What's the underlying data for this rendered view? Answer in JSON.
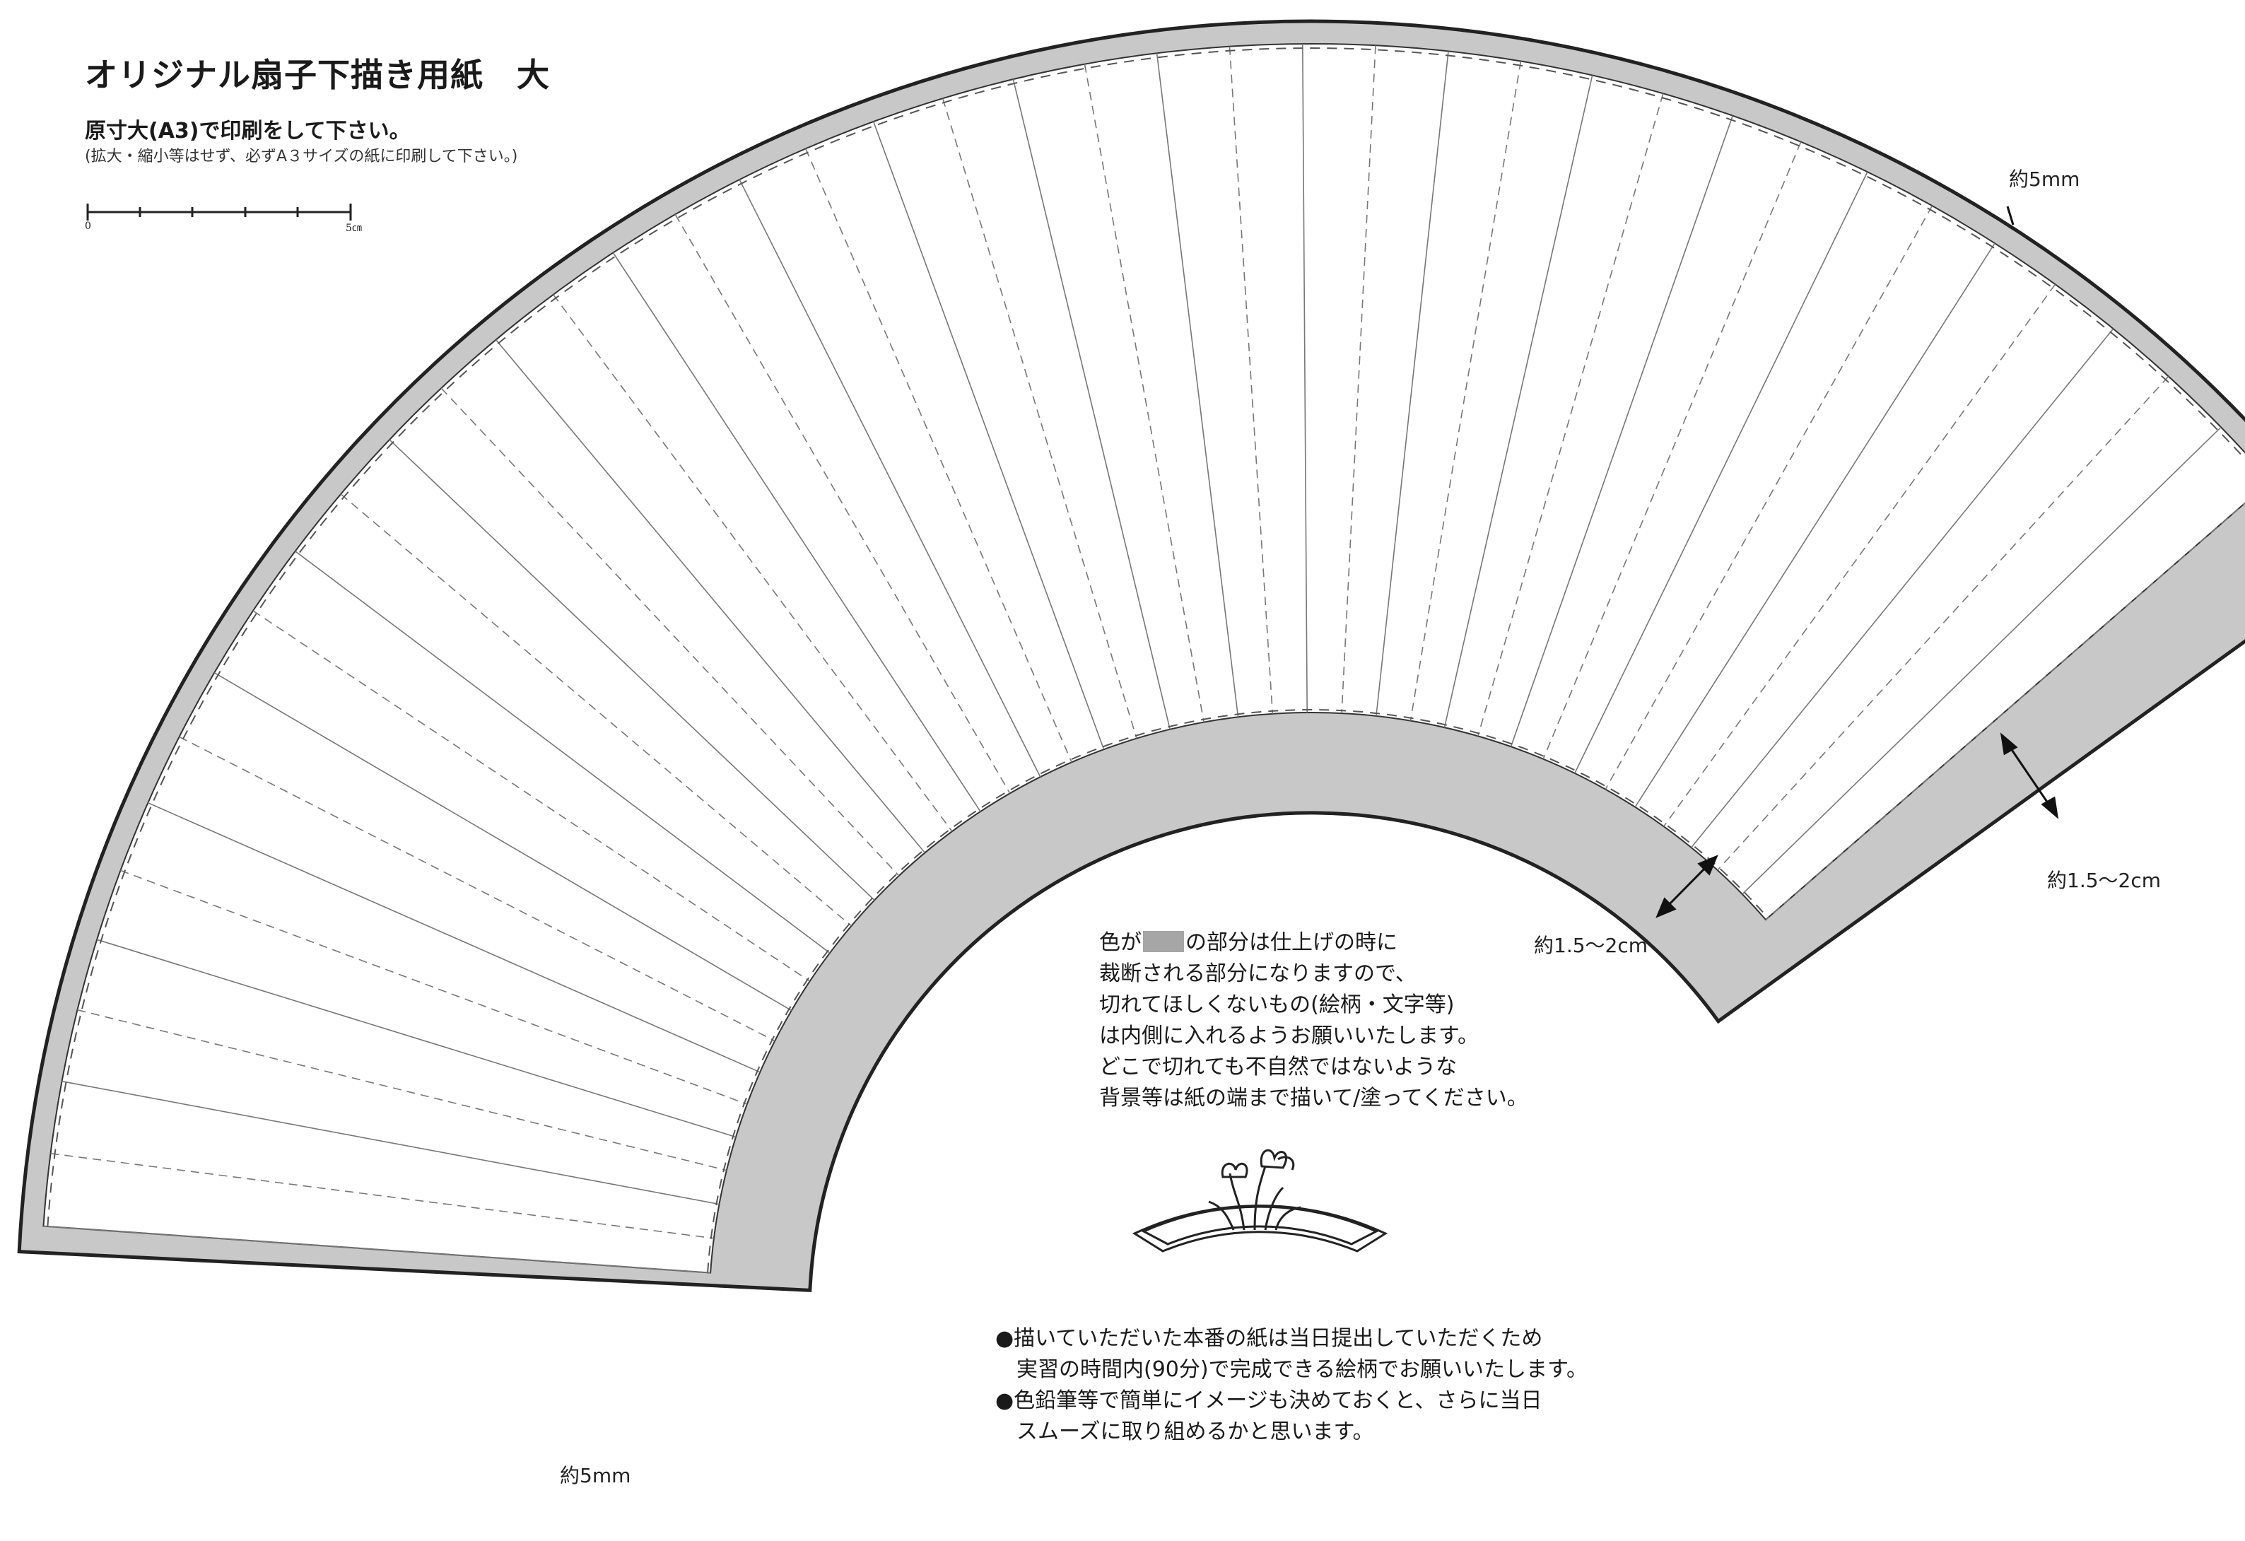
{
  "header": {
    "title": "オリジナル扇子下描き用紙　大",
    "print_instruction": "原寸大(A3)で印刷をして下さい。",
    "print_note": "(拡大・縮小等はせず、必ずA３サイズの紙に印刷して下さい。)"
  },
  "scale_bar": {
    "zero_label": "0",
    "five_label": "5㎝"
  },
  "dimensions": {
    "top_edge": "約5mm",
    "bottom_edge": "約5mm",
    "inner_margin": "約1.5～2cm",
    "side_margin": "約1.5～2cm"
  },
  "note": {
    "line1_pre": "色が",
    "line1_post": "の部分は仕上げの時に",
    "line2": "裁断される部分になりますので、",
    "line3": "切れてほしくないもの(絵柄・文字等)",
    "line4": "は内側に入れるようお願いいたします。",
    "line5": "どこで切れても不自然ではないような",
    "line6": "背景等は紙の端まで描いて/塗ってください。",
    "swatch_color": "#a6a6a6"
  },
  "bullets": {
    "b1_line1": "●描いていただいた本番の紙は当日提出していただくため",
    "b1_line2": "　実習の時間内(90分)で完成できる絵柄でお願いいたします。",
    "b2_line1": "●色鉛筆等で簡単にイメージも決めておくと、さらに当日",
    "b2_line2": "　スムーズに取り組めるかと思います。"
  },
  "illustration": {
    "icon": "iris-fan-icon"
  }
}
